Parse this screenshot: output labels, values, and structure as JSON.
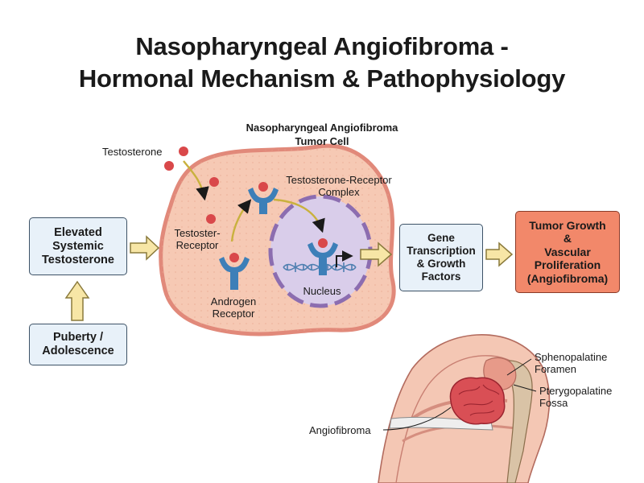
{
  "title": {
    "line1": "Nasopharyngeal Angiofibroma -",
    "line2": "Hormonal Mechanism & Pathophysiology"
  },
  "cell": {
    "title": "Nasopharyngeal Angiofibroma\nTumor Cell",
    "membrane_color": "#f6c9b4",
    "nucleus_color": "#d9cdea"
  },
  "boxes": {
    "elevated": "Elevated\nSystemic\nTestosterone",
    "puberty": "Puberty /\nAdolescence",
    "gene": "Gene\nTranscription\n& Growth\nFactors",
    "tumor": "Tumor Growth\n&\nVascular\nProliferation\n(Angiofibroma)"
  },
  "labels": {
    "testosterone": "Testosterone",
    "complex": "Testosterone-Receptor\nComplex",
    "testoster_receptor": "Testoster-\nReceptor",
    "androgen_receptor": "Androgen\nReceptor",
    "nucleus": "Nucleus",
    "sphenopalatine": "Sphenopalatine\nForamen",
    "pterygopalatine": "Pterygopalatine\nFossa",
    "angiofibroma": "Angiofibroma"
  },
  "colors": {
    "receptor": "#3d7fb8",
    "molecule": "#d9484a",
    "arrow_fill": "#f7e6a6",
    "arrow_stroke": "#8a7a3c",
    "box_fill": "#e8f1f9",
    "tumor_box_fill": "#f2886a"
  }
}
